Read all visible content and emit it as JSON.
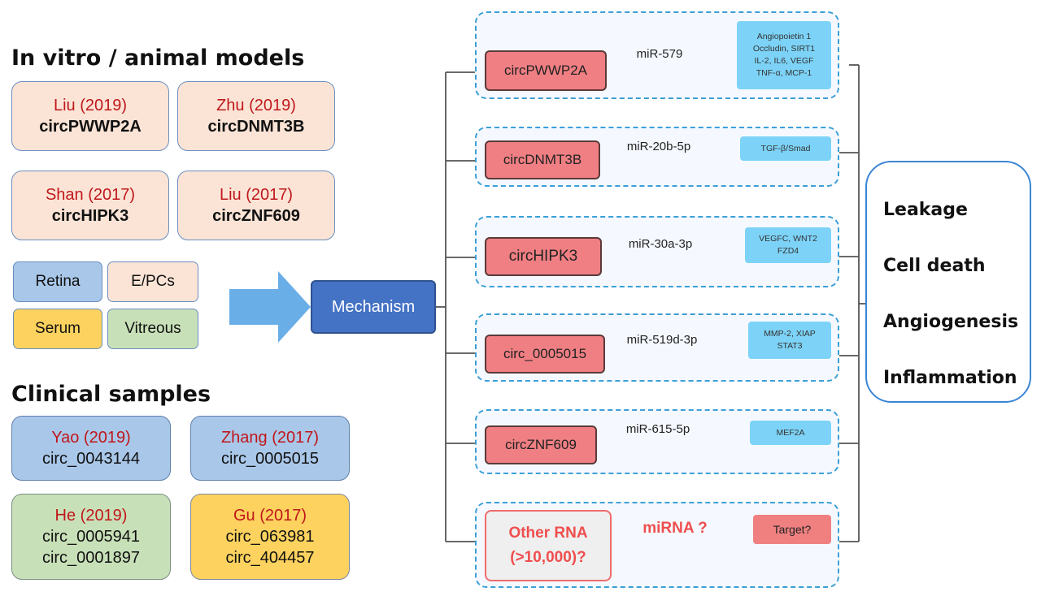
{
  "headings": {
    "models": "In vitro / animal models",
    "clinical": "Clinical samples"
  },
  "model_studies": [
    {
      "author": "Liu (2019)",
      "circ": "circPWWP2A"
    },
    {
      "author": "Zhu (2019)",
      "circ": "circDNMT3B"
    },
    {
      "author": "Shan (2017)",
      "circ": "circHIPK3"
    },
    {
      "author": "Liu (2017)",
      "circ": "circZNF609"
    }
  ],
  "legend": [
    "Retina",
    "E/PCs",
    "Serum",
    "Vitreous"
  ],
  "clinical_studies": [
    {
      "author": "Yao (2019)",
      "circs": [
        "circ_0043144"
      ]
    },
    {
      "author": "Zhang (2017)",
      "circs": [
        "circ_0005015"
      ]
    },
    {
      "author": "He (2019)",
      "circs": [
        "circ_0005941",
        "circ_0001897"
      ]
    },
    {
      "author": "Gu (2017)",
      "circs": [
        "circ_063981",
        "circ_404457"
      ]
    }
  ],
  "mechanism_label": "Mechanism",
  "pathways": [
    {
      "circ": "circPWWP2A",
      "mirna": "miR-579",
      "targets": [
        "Angiopoietin 1",
        "Occludin, SIRT1",
        "IL-2, IL6, VEGF",
        "TNF-α, MCP-1"
      ]
    },
    {
      "circ": "circDNMT3B",
      "mirna": "miR-20b-5p",
      "targets": [
        "TGF-β/Smad"
      ]
    },
    {
      "circ": "circHIPK3",
      "mirna": "miR-30a-3p",
      "targets": [
        "VEGFC, WNT2",
        "FZD4"
      ]
    },
    {
      "circ": "circ_0005015",
      "mirna": "miR-519d-3p",
      "targets": [
        "MMP-2, XIAP",
        "STAT3"
      ]
    },
    {
      "circ": "circZNF609",
      "mirna": "miR-615-5p",
      "targets": [
        "MEF2A"
      ]
    },
    {
      "circ_lines": [
        "Other RNA",
        "(>10,000)?"
      ],
      "mirna": "miRNA ?",
      "targets": [
        "Target?"
      ]
    }
  ],
  "outcomes": [
    "Leakage",
    "Cell death",
    "Angiogenesis",
    "Inflammation"
  ],
  "colors": {
    "accent_red": "#c0171c",
    "mechanism_blue": "#4472c4",
    "circ_pink": "#f07f83",
    "target_cyan": "#7dd3f7"
  }
}
